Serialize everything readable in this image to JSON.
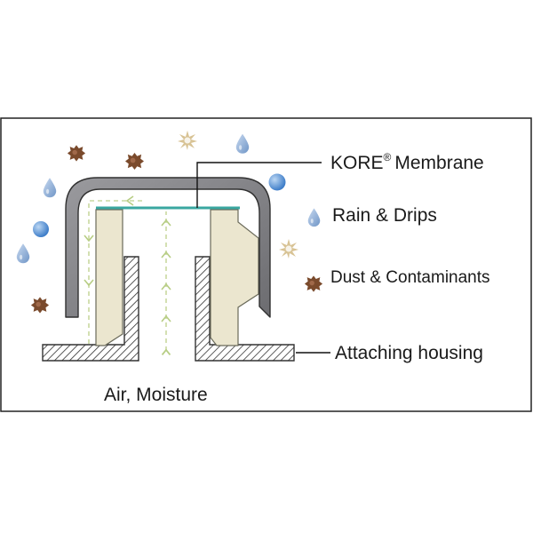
{
  "labels": {
    "membrane_name": "KORE",
    "membrane_mark": "®",
    "membrane_word": "Membrane",
    "rain": "Rain & Drips",
    "dust": "Dust & Contaminants",
    "housing": "Attaching housing",
    "air": "Air, Moisture"
  },
  "colors": {
    "frame": "#222222",
    "cap": "#7c7c80",
    "cap_edge": "#303030",
    "membrane": "#3aa7a0",
    "seal": "#ebe6cf",
    "hatch": "#333333",
    "air_flow": "#c9d8a0",
    "drop": "#6f95c6",
    "bubble": "#3f7ec9",
    "dust": "#7a4a2c",
    "spark": "#d8c395"
  },
  "icons": [
    "water-drop-icon",
    "water-bubble-icon",
    "dust-particle-icon",
    "star-particle-icon",
    "air-flow-arrow-icon"
  ]
}
